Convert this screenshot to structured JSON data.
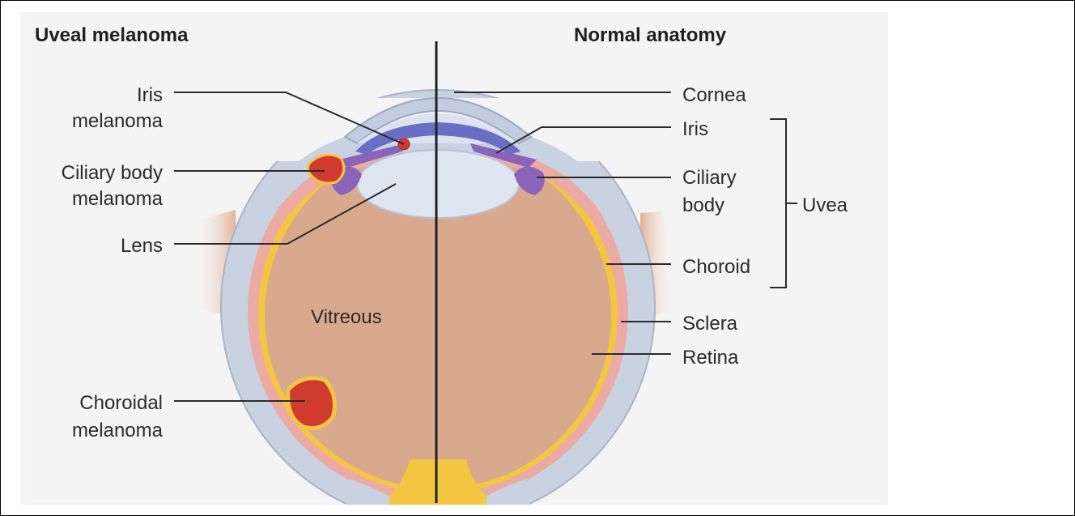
{
  "headings": {
    "left": "Uveal melanoma",
    "right": "Normal anatomy"
  },
  "left_labels": {
    "iris_melanoma": [
      "Iris",
      "melanoma"
    ],
    "ciliary_body_melanoma": [
      "Ciliary body",
      "melanoma"
    ],
    "lens": "Lens",
    "choroidal_melanoma": [
      "Choroidal",
      "melanoma"
    ]
  },
  "center_label": "Vitreous",
  "right_labels": {
    "cornea": "Cornea",
    "iris": "Iris",
    "ciliary_body": [
      "Ciliary",
      "body"
    ],
    "choroid": "Choroid",
    "sclera": "Sclera",
    "retina": "Retina",
    "uvea": "Uvea"
  },
  "colors": {
    "background": "#f4f4f5",
    "vitreous": "#d8a98d",
    "sclera": "#c9d2e1",
    "choroid": "#ebaaa4",
    "retina": "#f2c640",
    "tumor": "#d13a2f",
    "iris": "#6b6fc4",
    "lens": "#dde5f0",
    "muscle": "#e2a27d"
  }
}
